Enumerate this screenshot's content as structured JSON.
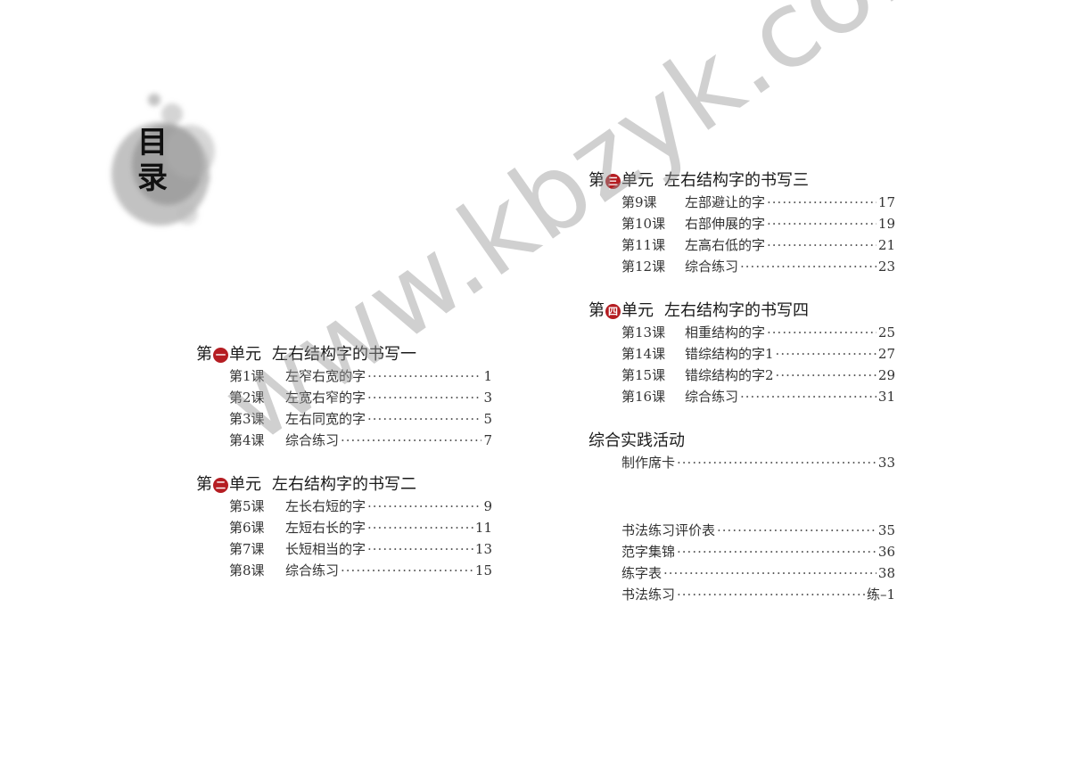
{
  "toc_title": [
    "目",
    "录"
  ],
  "left_units": [
    {
      "prefix": "第",
      "badge": "一",
      "suffix": "单元",
      "title": "左右结构字的书写一",
      "lessons": [
        {
          "num": "第1课",
          "title": "左窄右宽的字",
          "page": "1"
        },
        {
          "num": "第2课",
          "title": "左宽右窄的字",
          "page": "3"
        },
        {
          "num": "第3课",
          "title": "左右同宽的字",
          "page": "5"
        },
        {
          "num": "第4课",
          "title": "综合练习",
          "page": "7"
        }
      ]
    },
    {
      "prefix": "第",
      "badge": "二",
      "suffix": "单元",
      "title": "左右结构字的书写二",
      "lessons": [
        {
          "num": "第5课",
          "title": "左长右短的字",
          "page": "9"
        },
        {
          "num": "第6课",
          "title": "左短右长的字",
          "page": "11"
        },
        {
          "num": "第7课",
          "title": "长短相当的字",
          "page": "13"
        },
        {
          "num": "第8课",
          "title": "综合练习",
          "page": "15"
        }
      ]
    }
  ],
  "right_units": [
    {
      "prefix": "第",
      "badge": "三",
      "suffix": "单元",
      "title": "左右结构字的书写三",
      "lessons": [
        {
          "num": "第9课",
          "title": "左部避让的字",
          "page": "17"
        },
        {
          "num": "第10课",
          "title": "右部伸展的字",
          "page": "19"
        },
        {
          "num": "第11课",
          "title": "左高右低的字",
          "page": "21"
        },
        {
          "num": "第12课",
          "title": "综合练习",
          "page": "23"
        }
      ]
    },
    {
      "prefix": "第",
      "badge": "四",
      "suffix": "单元",
      "title": "左右结构字的书写四",
      "lessons": [
        {
          "num": "第13课",
          "title": "相重结构的字",
          "page": "25"
        },
        {
          "num": "第14课",
          "title": "错综结构的字1",
          "page": "27"
        },
        {
          "num": "第15课",
          "title": "错综结构的字2",
          "page": "29"
        },
        {
          "num": "第16课",
          "title": "综合练习",
          "page": "31"
        }
      ]
    }
  ],
  "activity": {
    "title": "综合实践活动",
    "items": [
      {
        "title": "制作席卡",
        "page": "33"
      }
    ]
  },
  "appendix": [
    {
      "title": "书法练习评价表",
      "page": "35"
    },
    {
      "title": "范字集锦",
      "page": "36"
    },
    {
      "title": "练字表",
      "page": "38"
    },
    {
      "title": "书法练习",
      "page": "练–1"
    }
  ],
  "watermark": "www.kbzyk.com",
  "colors": {
    "badge": "#b51d22"
  }
}
